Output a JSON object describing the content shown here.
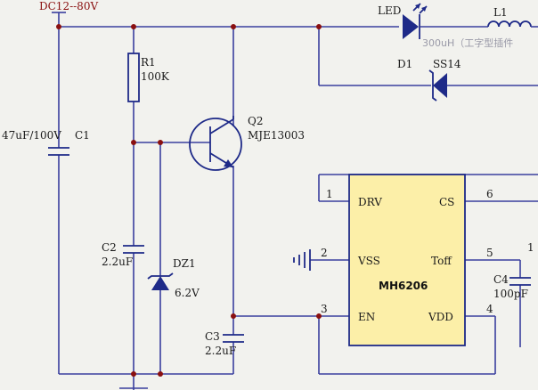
{
  "supply_label": "DC12--80V",
  "components": {
    "r1": {
      "ref": "R1",
      "value": "100K"
    },
    "c1": {
      "ref": "C1",
      "value": "47uF/100V"
    },
    "q2": {
      "ref": "Q2",
      "value": "MJE13003"
    },
    "c2": {
      "ref": "C2",
      "value": "2.2uF"
    },
    "dz1": {
      "ref": "DZ1",
      "value": "6.2V"
    },
    "c3": {
      "ref": "C3",
      "value": "2.2uF"
    },
    "c4": {
      "ref": "C4",
      "value": "100pF"
    },
    "led": {
      "ref": "LED"
    },
    "l1": {
      "ref": "L1",
      "value": "300uH（工字型插件"
    },
    "d1": {
      "ref": "D1",
      "value": "SS14"
    }
  },
  "ic": {
    "name": "MH6206",
    "pins": [
      {
        "num": "1",
        "name": "DRV"
      },
      {
        "num": "2",
        "name": "VSS"
      },
      {
        "num": "3",
        "name": "EN"
      },
      {
        "num": "4",
        "name": "VDD"
      },
      {
        "num": "5",
        "name": "Toff"
      },
      {
        "num": "6",
        "name": "CS"
      }
    ]
  },
  "edge_label": "1",
  "colors": {
    "wire": "#3a3f9e",
    "ic_fill": "#fcefa8",
    "ic_border": "#1e2a88",
    "node": "#8a1010",
    "background": "#f2f2ee"
  }
}
